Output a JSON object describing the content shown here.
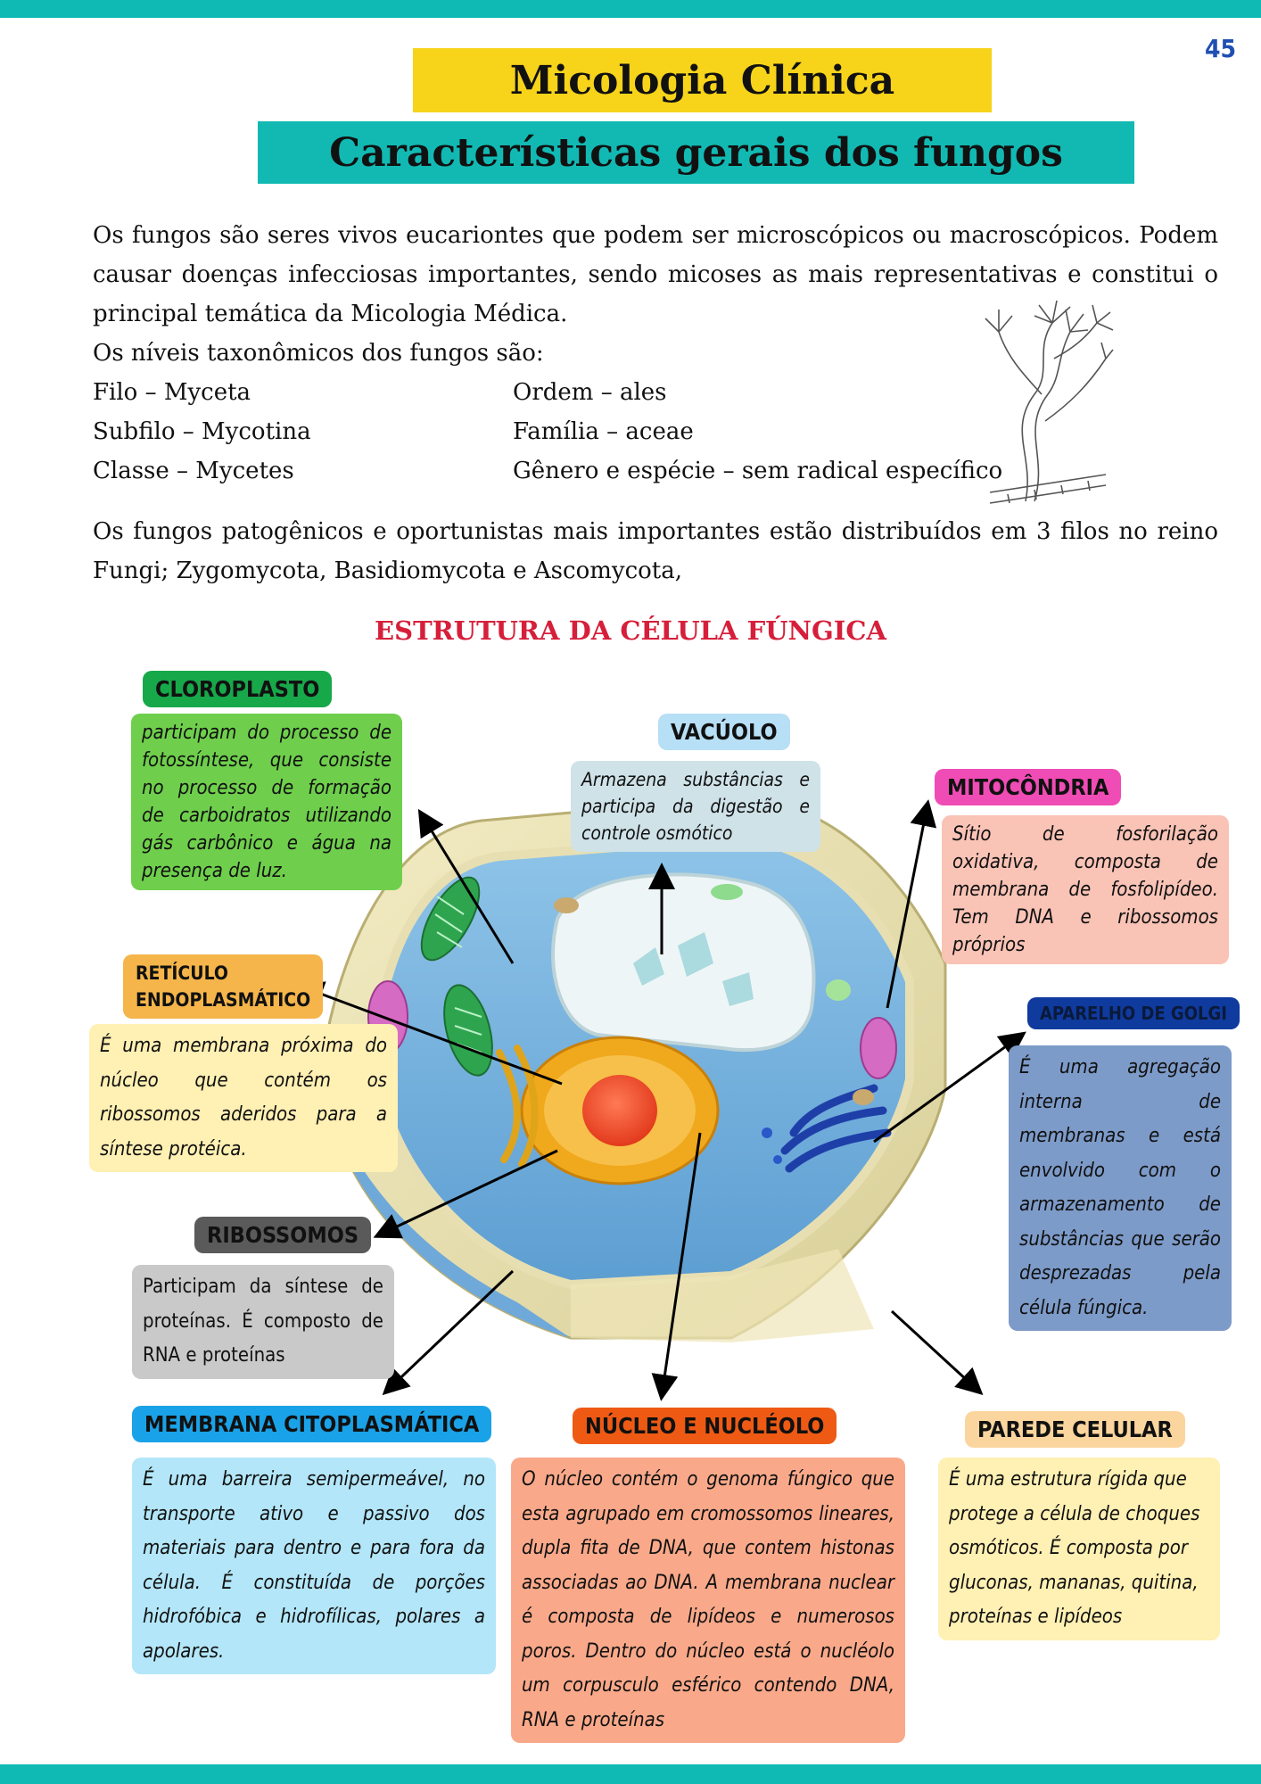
{
  "page_number": "45",
  "header": {
    "title": "Micologia Clínica",
    "subtitle": "Características gerais dos fungos"
  },
  "intro": {
    "paragraph": "Os fungos são seres vivos eucariontes que podem ser microscópicos ou macroscópicos. Podem causar doenças infecciosas importantes, sendo micoses as mais representativas e constitui o principal temática da Micologia Médica.",
    "taxonomy_heading": "Os níveis taxonômicos dos fungos são:",
    "taxonomy_left": [
      "Filo – Myceta",
      "Subfilo – Mycotina",
      "Classe – Mycetes"
    ],
    "taxonomy_right": [
      "Ordem – ales",
      "Família – aceae",
      "Gênero e espécie – sem radical específico"
    ],
    "phyla_paragraph": "Os fungos patogênicos e oportunistas mais importantes estão distribuídos em 3 filos no reino Fungi; Zygomycota, Basidiomycota e Ascomycota,"
  },
  "diagram": {
    "title": "ESTRUTURA DA CÉLULA FÚNGICA",
    "parts": {
      "cloroplasto": {
        "label": "CLOROPLASTO",
        "text": "participam do processo de fotossíntese, que consiste no processo de formação de carboidratos utilizando gás carbônico e água na presença de luz."
      },
      "vacuolo": {
        "label": "VACÚOLO",
        "text": "Armazena substâncias e participa da digestão e controle osmótico"
      },
      "mitocondria": {
        "label": "MITOCÔNDRIA",
        "text": "Sítio de fosforilação oxidativa, composta de membrana de fosfolipídeo. Tem DNA e ribossomos próprios"
      },
      "reticulo": {
        "label_line1": "RETÍCULO",
        "label_line2": "ENDOPLASMÁTICO",
        "text": "É uma membrana próxima do núcleo que contém os ribossomos aderidos para a síntese protéica."
      },
      "golgi": {
        "label": "APARELHO DE GOLGI",
        "text": "É uma agregação interna de membranas e está envolvido com o armazenamento de substâncias que serão desprezadas pela célula fúngica."
      },
      "ribossomos": {
        "label": "RIBOSSOMOS",
        "text": "Participam da síntese de proteínas. É composto de RNA e proteínas"
      },
      "membrana": {
        "label": "MEMBRANA CITOPLASMÁTICA",
        "text": "É uma barreira semipermeável, no transporte ativo e passivo dos materiais para dentro e para fora da célula. É constituída de porções hidrofóbica e hidrofílicas, polares a apolares."
      },
      "nucleo": {
        "label": "NÚCLEO E NUCLÉOLO",
        "text": "O núcleo contém o genoma fúngico que esta agrupado em cromossomos lineares, dupla fita de DNA, que contem histonas associadas ao DNA. A membrana nuclear é composta de lipídeos e numerosos poros. Dentro do núcleo está o nucléolo um corpusculo esférico contendo DNA, RNA e proteínas"
      },
      "parede": {
        "label": "PAREDE CELULAR",
        "text": "É uma estrutura rígida que protege a célula de choques osmóticos. É composta por gluconas, mananas, quitina, proteínas e lipídeos"
      }
    }
  },
  "colors": {
    "teal": "#12b9b3",
    "yellow": "#f7d31a",
    "diagram_title": "#d61f3a",
    "page_number": "#1f4fb3"
  }
}
